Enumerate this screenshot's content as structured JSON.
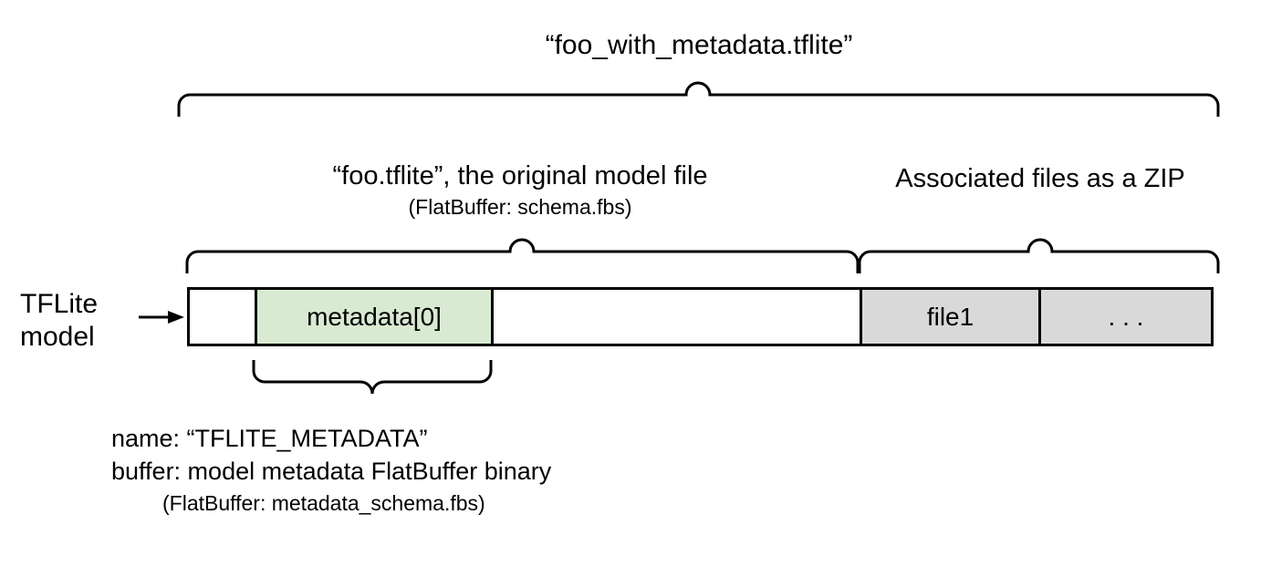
{
  "diagram": {
    "title": "“foo_with_metadata.tflite”",
    "left_label": {
      "line1": "TFLite",
      "line2": "model"
    },
    "sections": [
      {
        "id": "original-model",
        "label": "“foo.tflite”, the original model file",
        "sublabel": "(FlatBuffer: schema.fbs)"
      },
      {
        "id": "associated-files",
        "label": "Associated files as a ZIP",
        "sublabel": ""
      }
    ],
    "bar_segments": [
      {
        "id": "leading-bytes",
        "label": "",
        "fill": "#ffffff"
      },
      {
        "id": "metadata-entry",
        "label": "metadata[0]",
        "fill": "#d9ead3"
      },
      {
        "id": "model-bytes",
        "label": "",
        "fill": "#ffffff"
      },
      {
        "id": "zip-file1",
        "label": "file1",
        "fill": "#d9d9d9"
      },
      {
        "id": "zip-more",
        "label": ". . .",
        "fill": "#d9d9d9"
      }
    ],
    "metadata_note": {
      "line1": "name: “TFLITE_METADATA”",
      "line2": "buffer: model metadata FlatBuffer binary",
      "line3": "(FlatBuffer: metadata_schema.fbs)"
    },
    "colors": {
      "stroke": "#000000",
      "metadata_fill": "#d9ead3",
      "zip_fill": "#d9d9d9",
      "background": "#ffffff"
    }
  }
}
